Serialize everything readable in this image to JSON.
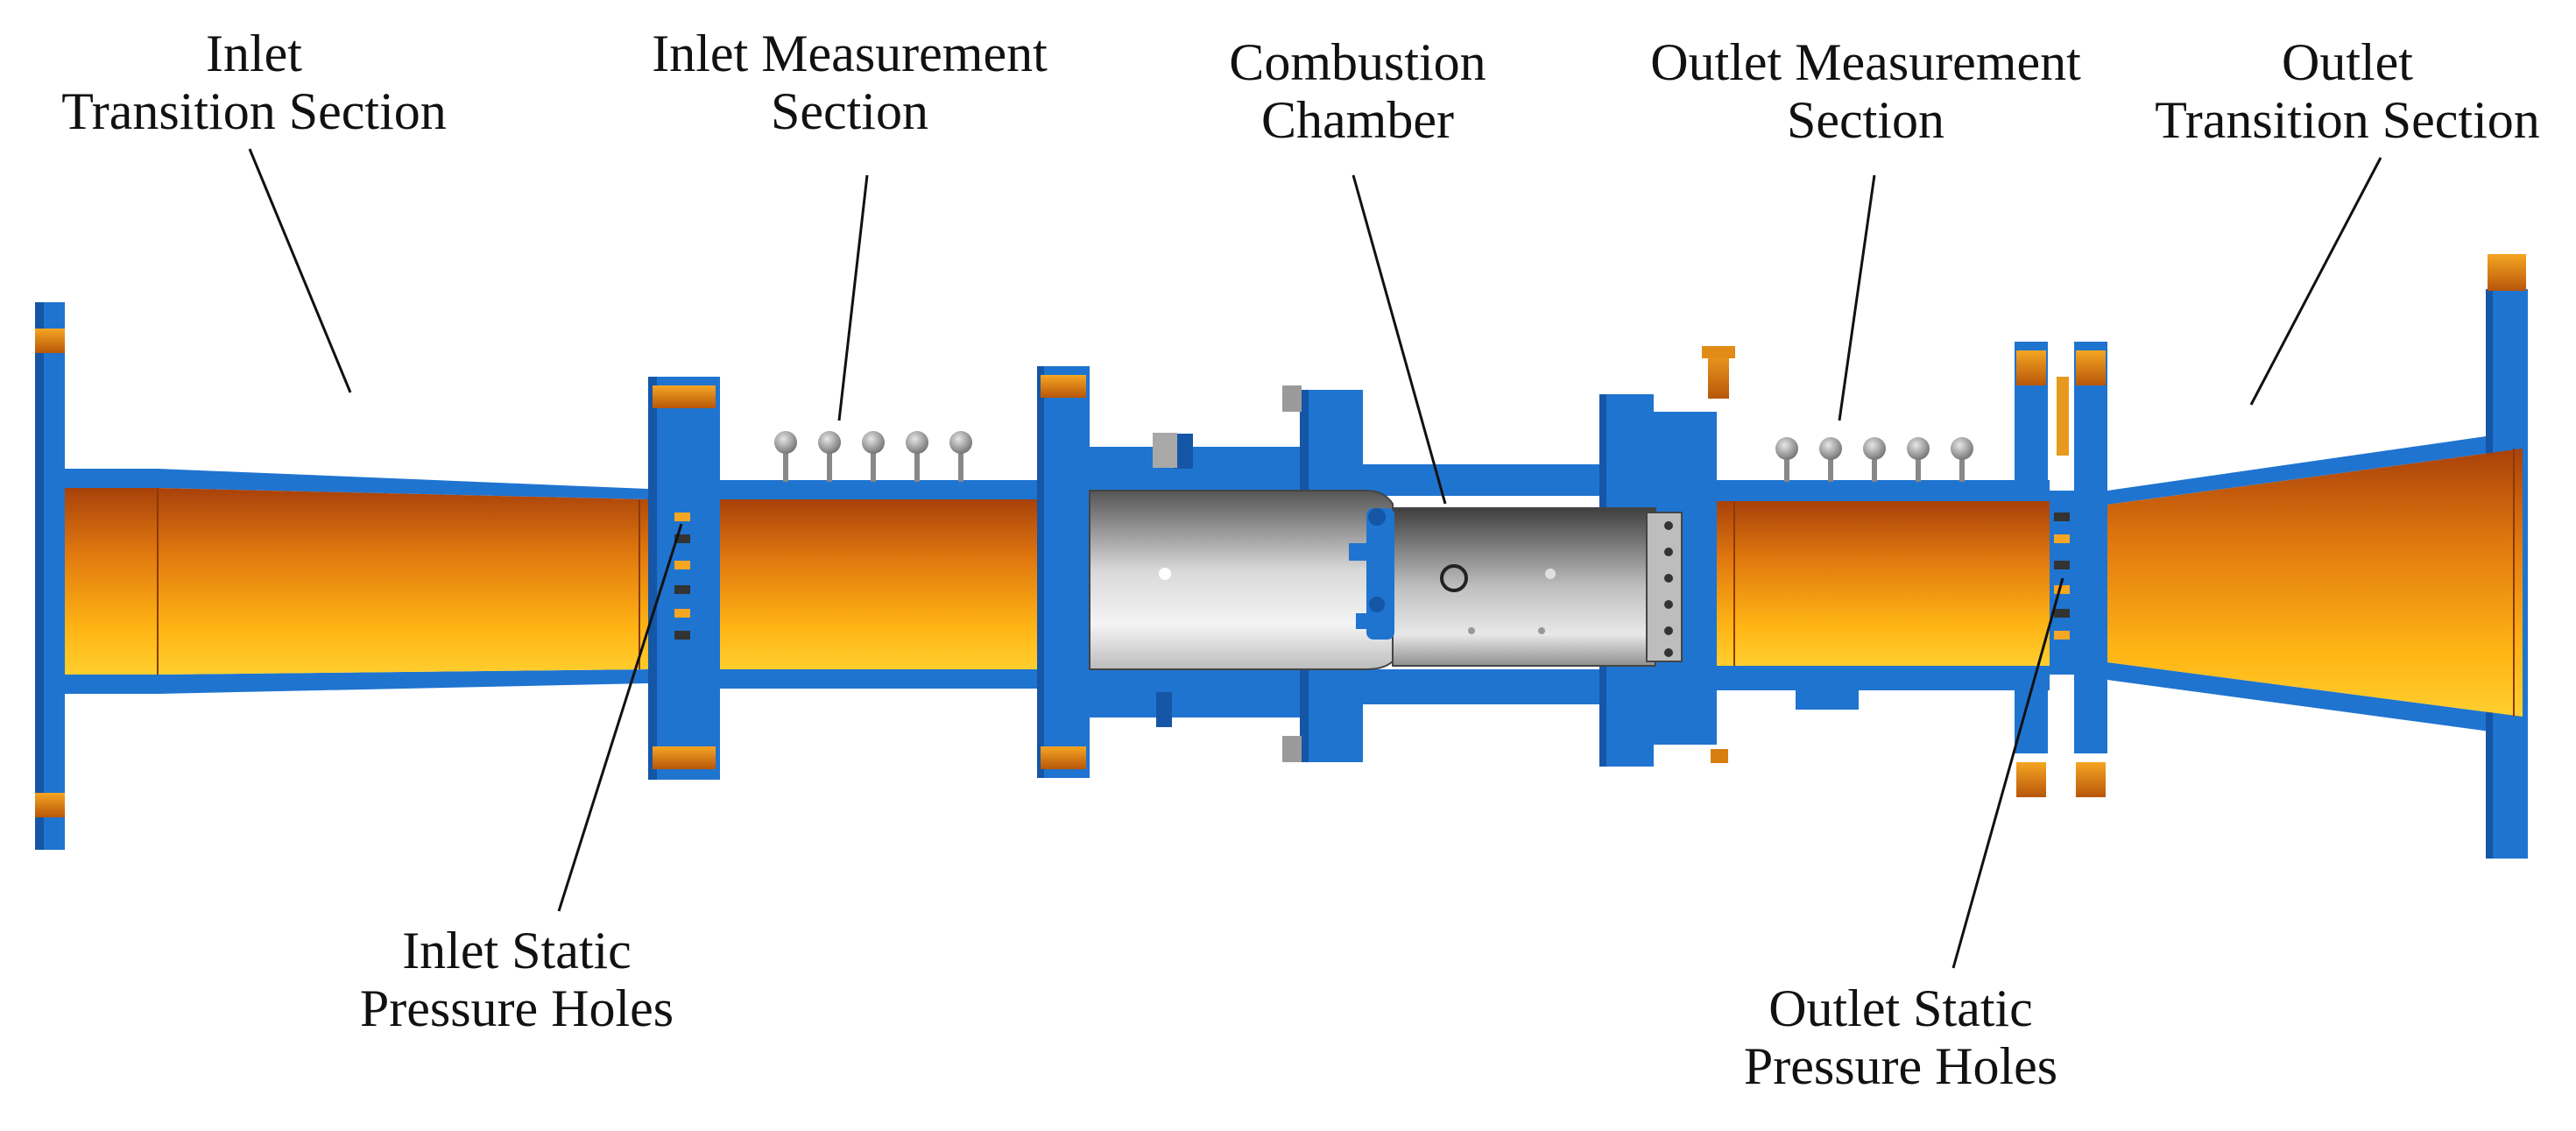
{
  "labels": {
    "inlet_transition": [
      "Inlet",
      "Transition Section"
    ],
    "inlet_measurement": [
      "Inlet Measurement",
      "Section"
    ],
    "combustion_chamber": [
      "Combustion",
      "Chamber"
    ],
    "outlet_measurement": [
      "Outlet Measurement",
      "Section"
    ],
    "outlet_transition": [
      "Outlet",
      "Transition Section"
    ],
    "inlet_static": [
      "Inlet Static",
      "Pressure Holes"
    ],
    "outlet_static": [
      "Outlet Static",
      "Pressure Holes"
    ]
  },
  "colors": {
    "steel_blue": "#1f74d0",
    "steel_blue_dark": "#1556a6",
    "orange_dark": "#b3470c",
    "orange_light": "#ffc21a",
    "grey_dark": "#5a5a5a",
    "grey_light": "#f2f2f2",
    "bolt": "#8a8a8a",
    "leader": "#111111"
  }
}
